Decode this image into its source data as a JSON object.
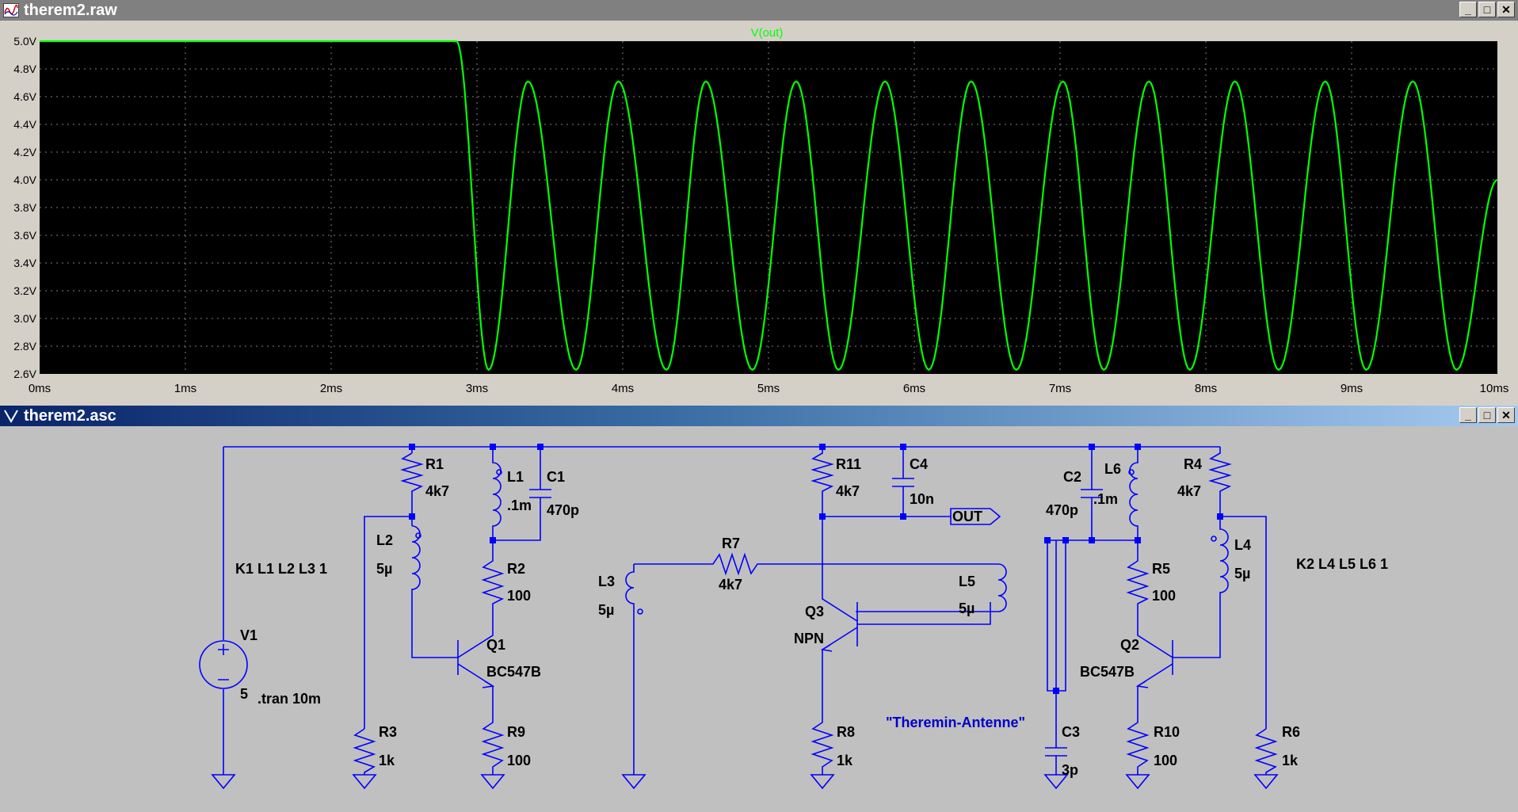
{
  "windows": {
    "plot": {
      "title": "therem2.raw"
    },
    "schematic": {
      "title": "therem2.asc"
    }
  },
  "window_buttons": {
    "min": "_",
    "max": "□",
    "close": "✕"
  },
  "chart_data": {
    "type": "line",
    "title": "V(out)",
    "xlabel": "",
    "ylabel": "",
    "x_ticks": [
      "0ms",
      "1ms",
      "2ms",
      "3ms",
      "4ms",
      "5ms",
      "6ms",
      "7ms",
      "8ms",
      "9ms",
      "10ms"
    ],
    "y_ticks": [
      "5.0V",
      "4.8V",
      "4.6V",
      "4.4V",
      "4.2V",
      "4.0V",
      "3.8V",
      "3.6V",
      "3.4V",
      "3.2V",
      "3.0V",
      "2.8V",
      "2.6V"
    ],
    "xlim": [
      0,
      10
    ],
    "ylim": [
      2.6,
      5.0
    ],
    "grid": true,
    "colors": {
      "background": "#000000",
      "trace": "#00ff00",
      "grid": "#808080",
      "label": "#d4d0c8"
    },
    "series": [
      {
        "name": "V(out)",
        "flat_until_ms": 2.86,
        "flat_value": 5.0,
        "minima_ms": [
          3.08,
          3.68,
          4.3,
          4.89,
          5.48,
          6.1,
          6.7,
          7.3,
          7.89,
          8.5,
          9.1,
          9.72
        ],
        "maxima_ms": [
          3.35,
          3.97,
          4.57,
          5.19,
          5.8,
          6.39,
          7.02,
          7.61,
          8.2,
          8.82,
          9.42
        ],
        "min_value": 2.63,
        "max_value": 4.71,
        "end": [
          10.0,
          4.0
        ]
      }
    ]
  },
  "schematic": {
    "colors": {
      "wire": "#0000ff",
      "junction": "#0000ff",
      "label": "#000000",
      "comment": "#0000ff",
      "background": "#c0c0c0"
    },
    "labels": {
      "R1": "R1",
      "R1v": "4k7",
      "L1": "L1",
      "L1v": ".1m",
      "C1": "C1",
      "C1v": "470p",
      "L2": "L2",
      "L2v": "5µ",
      "R2": "R2",
      "R2v": "100",
      "Q1": "Q1",
      "Q1v": "BC547B",
      "R3": "R3",
      "R3v": "1k",
      "R9": "R9",
      "R9v": "100",
      "V1": "V1",
      "V1v": "5",
      "K1": "K1 L1 L2 L3 1",
      "tran": ".tran 10m",
      "R7": "R7",
      "R7v": "4k7",
      "L3": "L3",
      "L3v": "5µ",
      "R11": "R11",
      "R11v": "4k7",
      "C4": "C4",
      "C4v": "10n",
      "OUT": "OUT",
      "L5": "L5",
      "L5v": "5µ",
      "Q3": "Q3",
      "Q3v": "NPN",
      "R8": "R8",
      "R8v": "1k",
      "C2": "C2",
      "C2v": "470p",
      "L6": "L6",
      "L6v": ".1m",
      "R4": "R4",
      "R4v": "4k7",
      "R5": "R5",
      "R5v": "100",
      "L4": "L4",
      "L4v": "5µ",
      "K2": "K2 L4 L5 L6 1",
      "Q2": "Q2",
      "Q2v": "BC547B",
      "antenna": "\"Theremin-Antenne\"",
      "C3": "C3",
      "C3v": "3p",
      "R10": "R10",
      "R10v": "100",
      "R6": "R6",
      "R6v": "1k"
    }
  }
}
